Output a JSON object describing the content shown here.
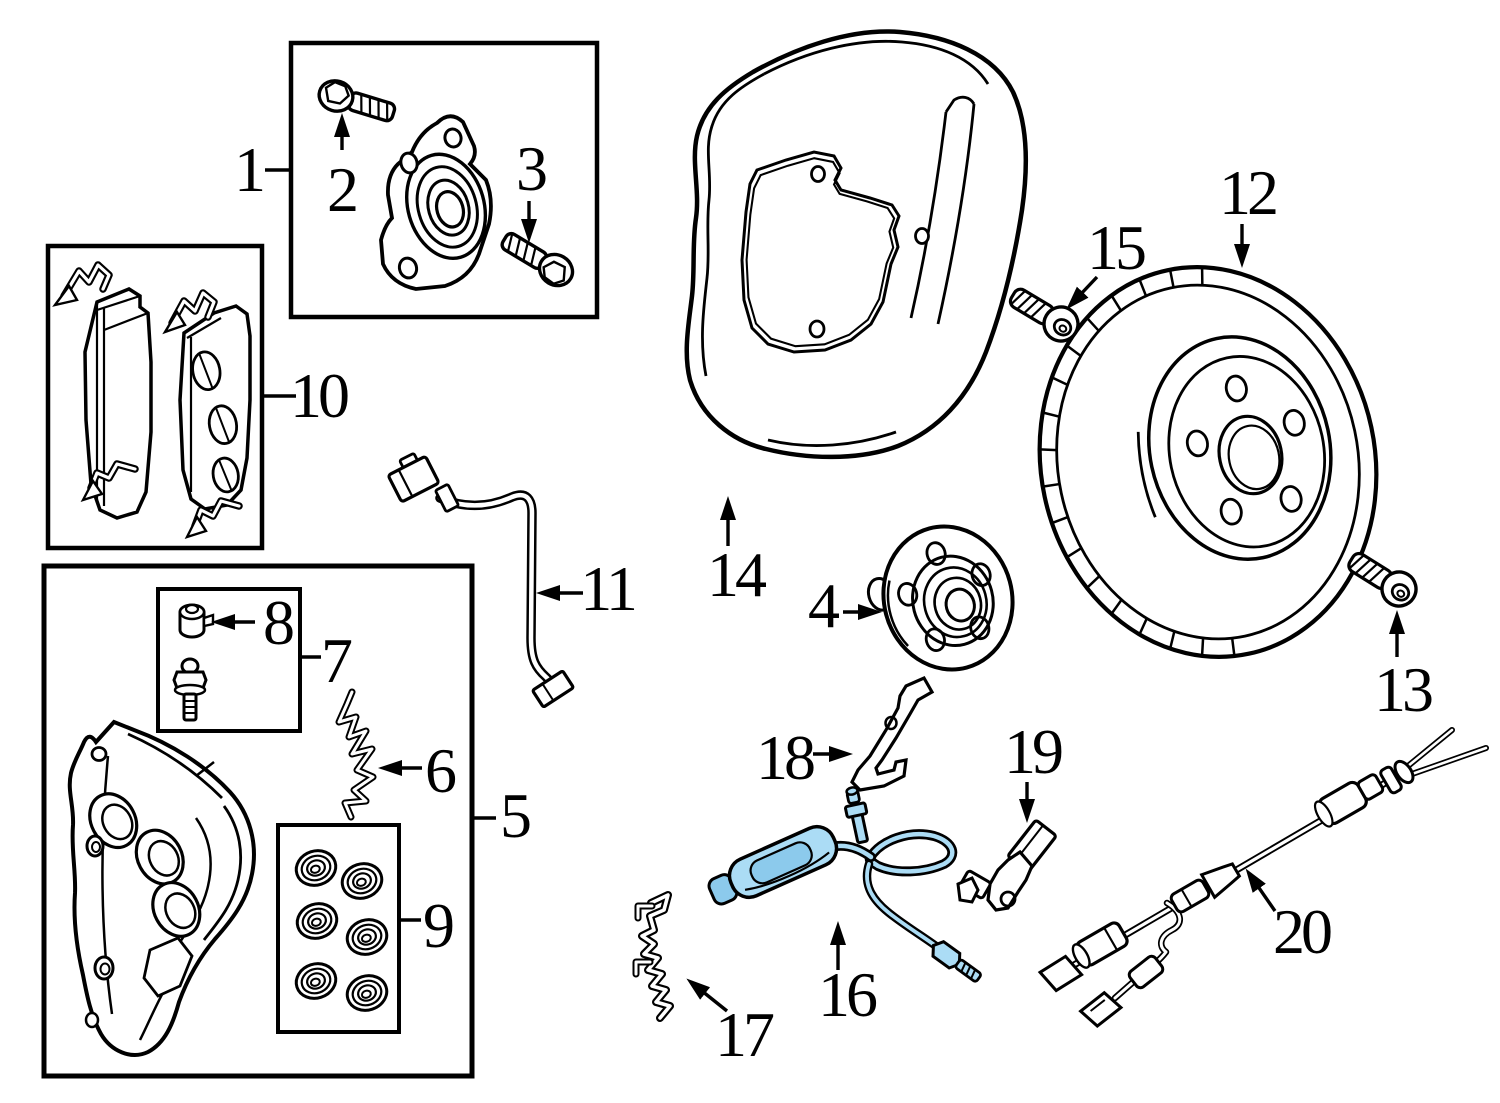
{
  "diagram": {
    "background_color": "#ffffff",
    "line_color": "#000000",
    "highlight_color": "#abdcf5",
    "highlight_color_dark": "#8ccaec",
    "callouts": {
      "c1": "1",
      "c2": "2",
      "c3": "3",
      "c4": "4",
      "c5": "5",
      "c6": "6",
      "c7": "7",
      "c8": "8",
      "c9": "9",
      "c10": "10",
      "c11": "11",
      "c12": "12",
      "c13": "13",
      "c14": "14",
      "c15": "15",
      "c16": "16",
      "c17": "17",
      "c18": "18",
      "c19": "19",
      "c20": "20"
    }
  }
}
